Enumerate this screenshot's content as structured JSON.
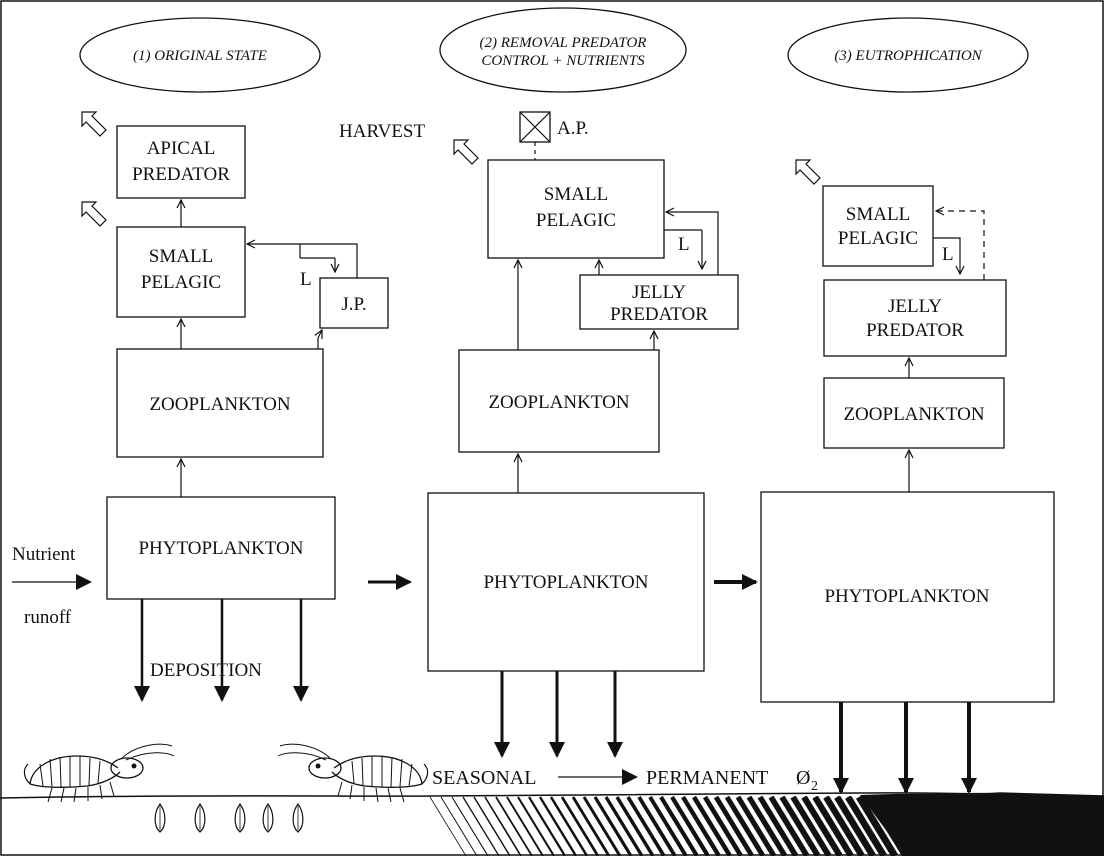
{
  "colors": {
    "ink": "#111111",
    "background": "#ffffff"
  },
  "states": [
    {
      "title": "(1) ORIGINAL STATE"
    },
    {
      "title_line1": "(2) REMOVAL PREDATOR",
      "title_line2": "CONTROL + NUTRIENTS"
    },
    {
      "title": "(3) EUTROPHICATION"
    }
  ],
  "boxes": {
    "apical_line1": "APICAL",
    "apical_line2": "PREDATOR",
    "small_line1": "SMALL",
    "small_line2": "PELAGIC",
    "jp": "J.P.",
    "jelly_line1": "JELLY",
    "jelly_line2": "PREDATOR",
    "zoo": "ZOOPLANKTON",
    "phyto": "PHYTOPLANKTON",
    "ap": "A.P."
  },
  "labels": {
    "l": "L",
    "harvest": "HARVEST",
    "nutrient": "Nutrient",
    "runoff": "runoff",
    "deposition": "DEPOSITION",
    "seasonal": "SEASONAL",
    "permanent": "PERMANENT",
    "o2_symbol": "Ø",
    "o2_sub": "2"
  },
  "icons": [
    "harvest-arrow-icon",
    "shrimp-icon",
    "x-crossed-icon",
    "worm-burrow-icon"
  ]
}
